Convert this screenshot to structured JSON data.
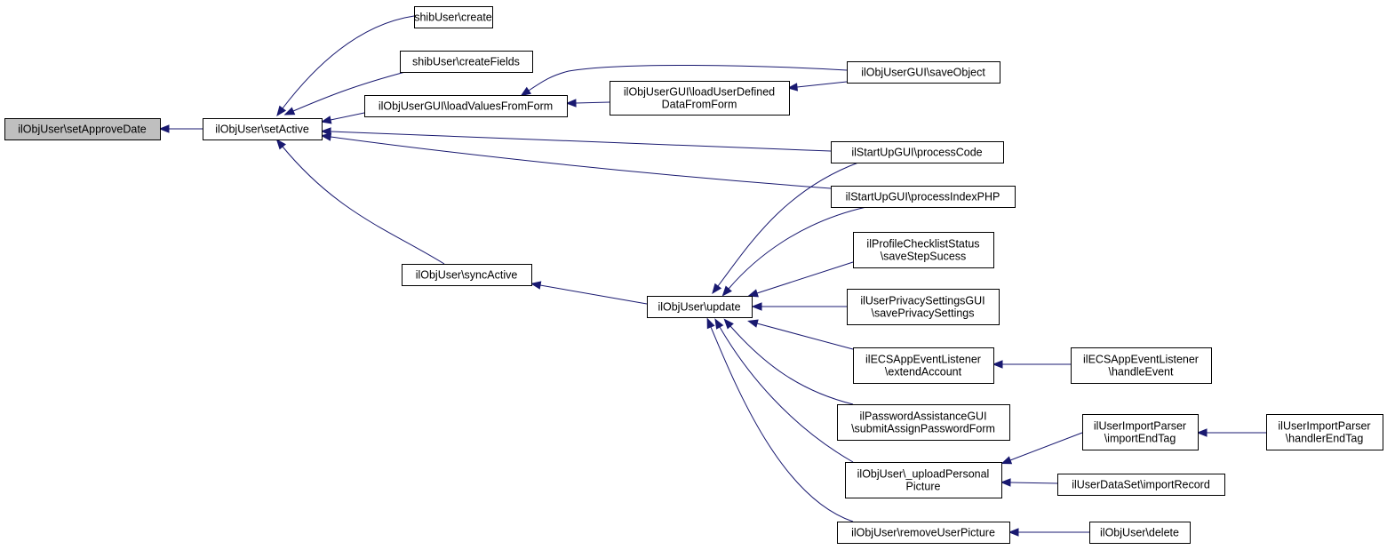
{
  "diagram": {
    "type": "call-graph",
    "direction": "right-to-left",
    "colors": {
      "edge": "#191970",
      "root_fill": "#bfbfbf",
      "node_fill": "#ffffff",
      "node_border": "#000000"
    },
    "nodes": [
      {
        "id": "setApproveDate",
        "lines": [
          "ilObjUser\\setApproveDate"
        ],
        "root": true
      },
      {
        "id": "setActive",
        "lines": [
          "ilObjUser\\setActive"
        ]
      },
      {
        "id": "shibCreate",
        "lines": [
          "shibUser\\create"
        ]
      },
      {
        "id": "shibCreateFields",
        "lines": [
          "shibUser\\createFields"
        ]
      },
      {
        "id": "loadValuesFromForm",
        "lines": [
          "ilObjUserGUI\\loadValuesFromForm"
        ]
      },
      {
        "id": "loadUserDefinedDataFromForm",
        "lines": [
          "ilObjUserGUI\\loadUserDefined",
          "DataFromForm"
        ]
      },
      {
        "id": "saveObject",
        "lines": [
          "ilObjUserGUI\\saveObject"
        ]
      },
      {
        "id": "processCode",
        "lines": [
          "ilStartUpGUI\\processCode"
        ]
      },
      {
        "id": "processIndexPHP",
        "lines": [
          "ilStartUpGUI\\processIndexPHP"
        ]
      },
      {
        "id": "syncActive",
        "lines": [
          "ilObjUser\\syncActive"
        ]
      },
      {
        "id": "update",
        "lines": [
          "ilObjUser\\update"
        ]
      },
      {
        "id": "saveStepSucess",
        "lines": [
          "ilProfileChecklistStatus",
          "\\saveStepSucess"
        ]
      },
      {
        "id": "savePrivacySettings",
        "lines": [
          "ilUserPrivacySettingsGUI",
          "\\savePrivacySettings"
        ]
      },
      {
        "id": "extendAccount",
        "lines": [
          "ilECSAppEventListener",
          "\\extendAccount"
        ]
      },
      {
        "id": "handleEvent",
        "lines": [
          "ilECSAppEventListener",
          "\\handleEvent"
        ]
      },
      {
        "id": "submitAssignPasswordForm",
        "lines": [
          "ilPasswordAssistanceGUI",
          "\\submitAssignPasswordForm"
        ]
      },
      {
        "id": "uploadPersonalPicture",
        "lines": [
          "ilObjUser\\_uploadPersonal",
          "Picture"
        ]
      },
      {
        "id": "importEndTag",
        "lines": [
          "ilUserImportParser",
          "\\importEndTag"
        ]
      },
      {
        "id": "handlerEndTag",
        "lines": [
          "ilUserImportParser",
          "\\handlerEndTag"
        ]
      },
      {
        "id": "importRecord",
        "lines": [
          "ilUserDataSet\\importRecord"
        ]
      },
      {
        "id": "removeUserPicture",
        "lines": [
          "ilObjUser\\removeUserPicture"
        ]
      },
      {
        "id": "delete",
        "lines": [
          "ilObjUser\\delete"
        ]
      }
    ],
    "edges": [
      {
        "from": "setActive",
        "to": "setApproveDate"
      },
      {
        "from": "shibCreate",
        "to": "setActive"
      },
      {
        "from": "shibCreateFields",
        "to": "setActive"
      },
      {
        "from": "loadValuesFromForm",
        "to": "setActive"
      },
      {
        "from": "processCode",
        "to": "setActive"
      },
      {
        "from": "processIndexPHP",
        "to": "setActive"
      },
      {
        "from": "syncActive",
        "to": "setActive"
      },
      {
        "from": "loadUserDefinedDataFromForm",
        "to": "loadValuesFromForm"
      },
      {
        "from": "saveObject",
        "to": "loadValuesFromForm"
      },
      {
        "from": "saveObject",
        "to": "loadUserDefinedDataFromForm"
      },
      {
        "from": "update",
        "to": "syncActive"
      },
      {
        "from": "processCode",
        "to": "update"
      },
      {
        "from": "processIndexPHP",
        "to": "update"
      },
      {
        "from": "saveStepSucess",
        "to": "update"
      },
      {
        "from": "savePrivacySettings",
        "to": "update"
      },
      {
        "from": "extendAccount",
        "to": "update"
      },
      {
        "from": "submitAssignPasswordForm",
        "to": "update"
      },
      {
        "from": "uploadPersonalPicture",
        "to": "update"
      },
      {
        "from": "removeUserPicture",
        "to": "update"
      },
      {
        "from": "handleEvent",
        "to": "extendAccount"
      },
      {
        "from": "importEndTag",
        "to": "uploadPersonalPicture"
      },
      {
        "from": "importRecord",
        "to": "uploadPersonalPicture"
      },
      {
        "from": "handlerEndTag",
        "to": "importEndTag"
      },
      {
        "from": "delete",
        "to": "removeUserPicture"
      }
    ]
  }
}
